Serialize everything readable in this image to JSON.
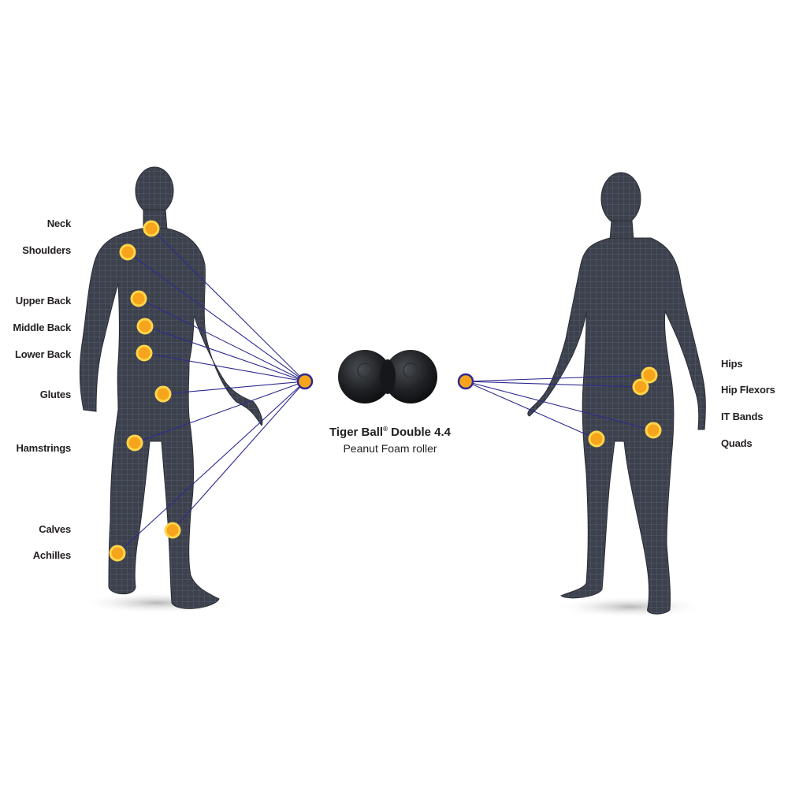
{
  "product": {
    "name": "Tiger Ball",
    "reg_mark": "®",
    "model": "Double 4.4",
    "subtitle": "Peanut Foam roller"
  },
  "back_figure_labels": [
    "Neck",
    "Shoulders",
    "Upper Back",
    "Middle Back",
    "Lower Back",
    "Glutes",
    "Hamstrings",
    "Calves",
    "Achilles"
  ],
  "front_figure_labels": [
    "Hips",
    "Hip Flexors",
    "IT Bands",
    "Quads"
  ],
  "colors": {
    "figure": "#3b3f4a",
    "mesh": "#6d7ea3",
    "dot_fill": "#f6a41c",
    "dot_ring": "#ffd54a",
    "connector": "#2e2a8f",
    "ball": "#1f2124"
  }
}
